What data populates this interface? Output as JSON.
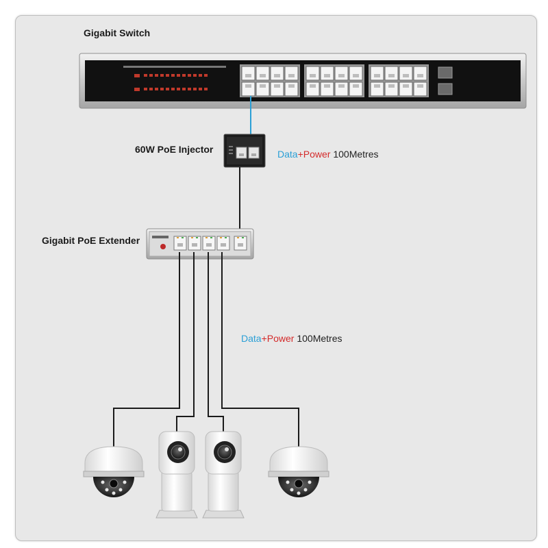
{
  "labels": {
    "switch": "Gigabit  Switch",
    "injector": "60W PoE Injector",
    "extender": "Gigabit PoE Extender"
  },
  "links": [
    {
      "data": "Data",
      "plus": "+",
      "power": "Power",
      "distance": "100Metres"
    },
    {
      "data": "Data",
      "plus": "+",
      "power": "Power",
      "distance": "100Metres"
    }
  ],
  "colors": {
    "data": "#2a9fd6",
    "power": "#d42a2a",
    "uplink_cable": "#2a9fd6",
    "cable": "#1a1a1a"
  },
  "devices": {
    "switch_port_count": 24,
    "switch_sfp_count": 2,
    "injector_port_count": 2,
    "extender_port_count": 5,
    "cameras": [
      "dome-camera",
      "cube-camera",
      "cube-camera",
      "dome-camera"
    ]
  }
}
